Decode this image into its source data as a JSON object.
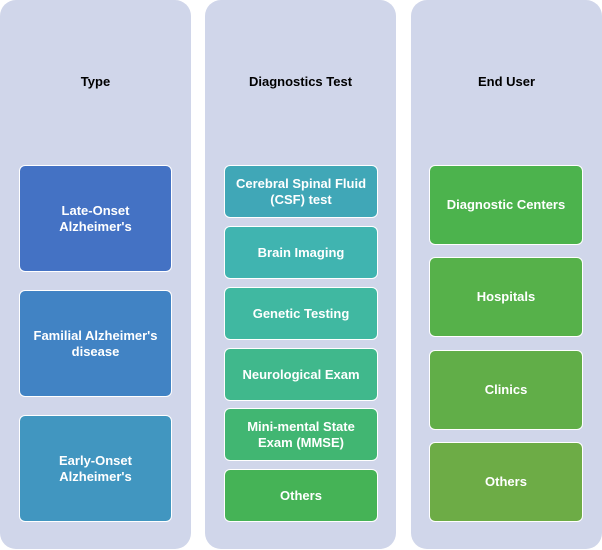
{
  "columns": [
    {
      "title": "Type",
      "items": [
        {
          "label": "Late-Onset\nAlzheimer's",
          "color": "#4472c4"
        },
        {
          "label": "Familial Alzheimer's\ndisease",
          "color": "#4183c4"
        },
        {
          "label": "Early-Onset\nAlzheimer's",
          "color": "#4196c0"
        }
      ]
    },
    {
      "title": "Diagnostics Test",
      "items": [
        {
          "label": "Cerebral Spinal Fluid\n(CSF) test",
          "color": "#40a7b7"
        },
        {
          "label": "Brain Imaging",
          "color": "#40b4b0"
        },
        {
          "label": "Genetic Testing",
          "color": "#40b8a1"
        },
        {
          "label": "Neurological Exam",
          "color": "#40b88c"
        },
        {
          "label": "Mini-mental State\nExam (MMSE)",
          "color": "#41b672"
        },
        {
          "label": "Others",
          "color": "#45b356"
        }
      ]
    },
    {
      "title": "End User",
      "items": [
        {
          "label": "Diagnostic Centers",
          "color": "#4cb34d"
        },
        {
          "label": "Hospitals",
          "color": "#56b14a"
        },
        {
          "label": "Clinics",
          "color": "#61ae48"
        },
        {
          "label": "Others",
          "color": "#6dac46"
        }
      ]
    }
  ]
}
